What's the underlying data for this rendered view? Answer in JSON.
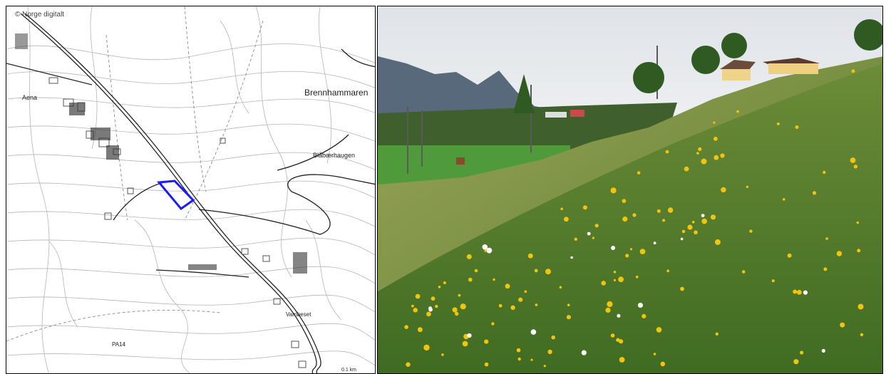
{
  "map": {
    "copyright": "© Norge digitalt",
    "labels": {
      "brennhammaren": "Brennhammaren",
      "blabaerhaugen": "Blåbærhaugen",
      "aena": "Aena",
      "vambeset": "Vambeset",
      "pa14": "PA14",
      "scale": "0.1 km"
    },
    "site_color": "#1a1aff"
  },
  "photo": {
    "colors": {
      "sky": "#e9ecef",
      "mountain": "#56697a",
      "meadow": "#6f8f3a",
      "flower_yellow": "#f1c40f"
    }
  }
}
